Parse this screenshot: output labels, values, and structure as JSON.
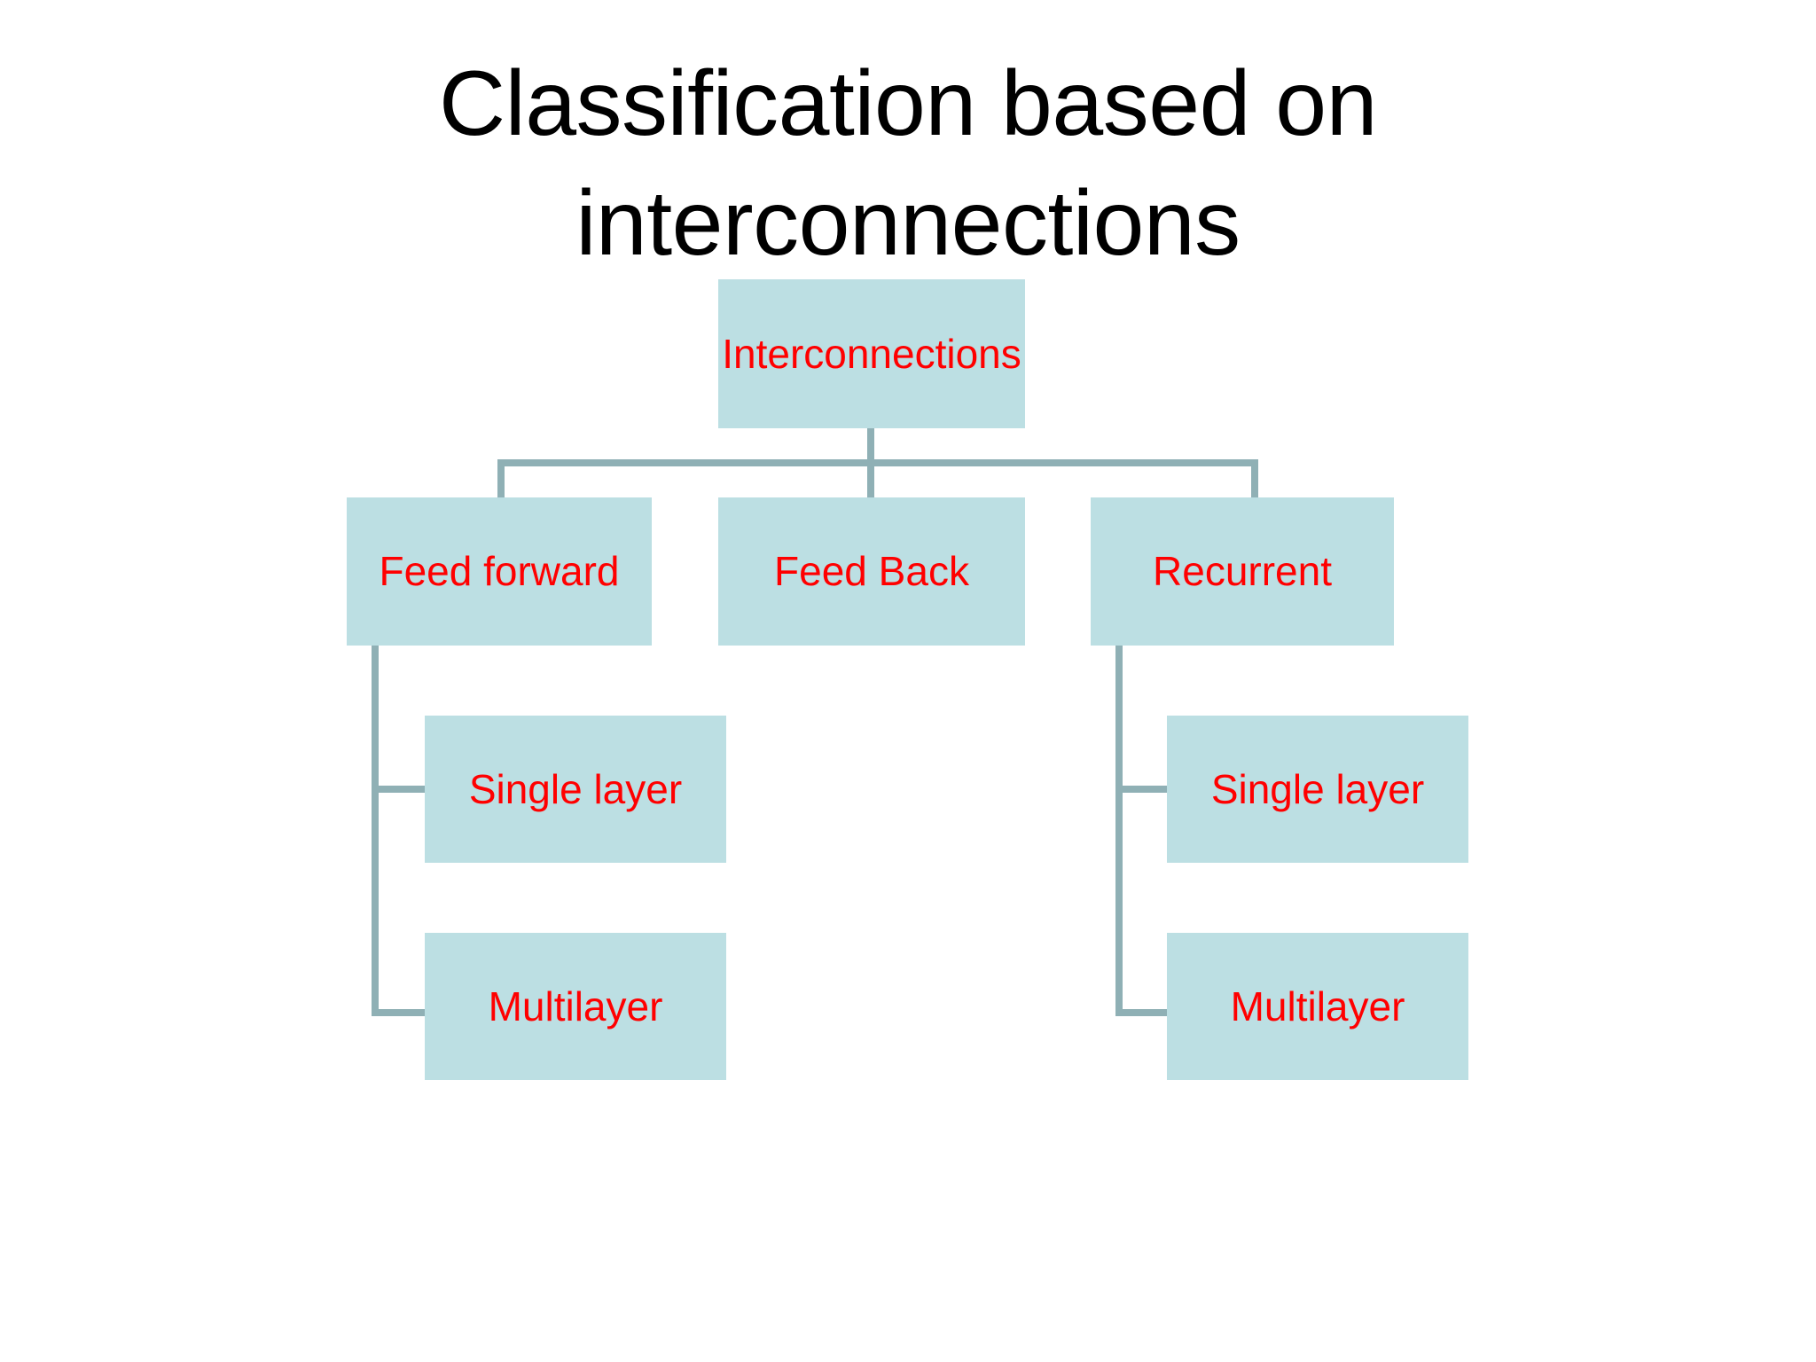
{
  "slide": {
    "title": "Classification based on\ninterconnections",
    "background_color": "#ffffff",
    "title_color": "#000000"
  },
  "theme": {
    "node_fill": "#bcdfe3",
    "node_text_color": "#ff0000",
    "connector_color": "#8fb0b5"
  },
  "diagram": {
    "type": "org-chart",
    "root": {
      "label": "Interconnections"
    },
    "level2": [
      {
        "label": "Feed forward"
      },
      {
        "label": "Feed Back"
      },
      {
        "label": "Recurrent"
      }
    ],
    "feed_forward_children": [
      {
        "label": "Single layer"
      },
      {
        "label": "Multilayer"
      }
    ],
    "recurrent_children": [
      {
        "label": "Single layer"
      },
      {
        "label": "Multilayer"
      }
    ]
  }
}
